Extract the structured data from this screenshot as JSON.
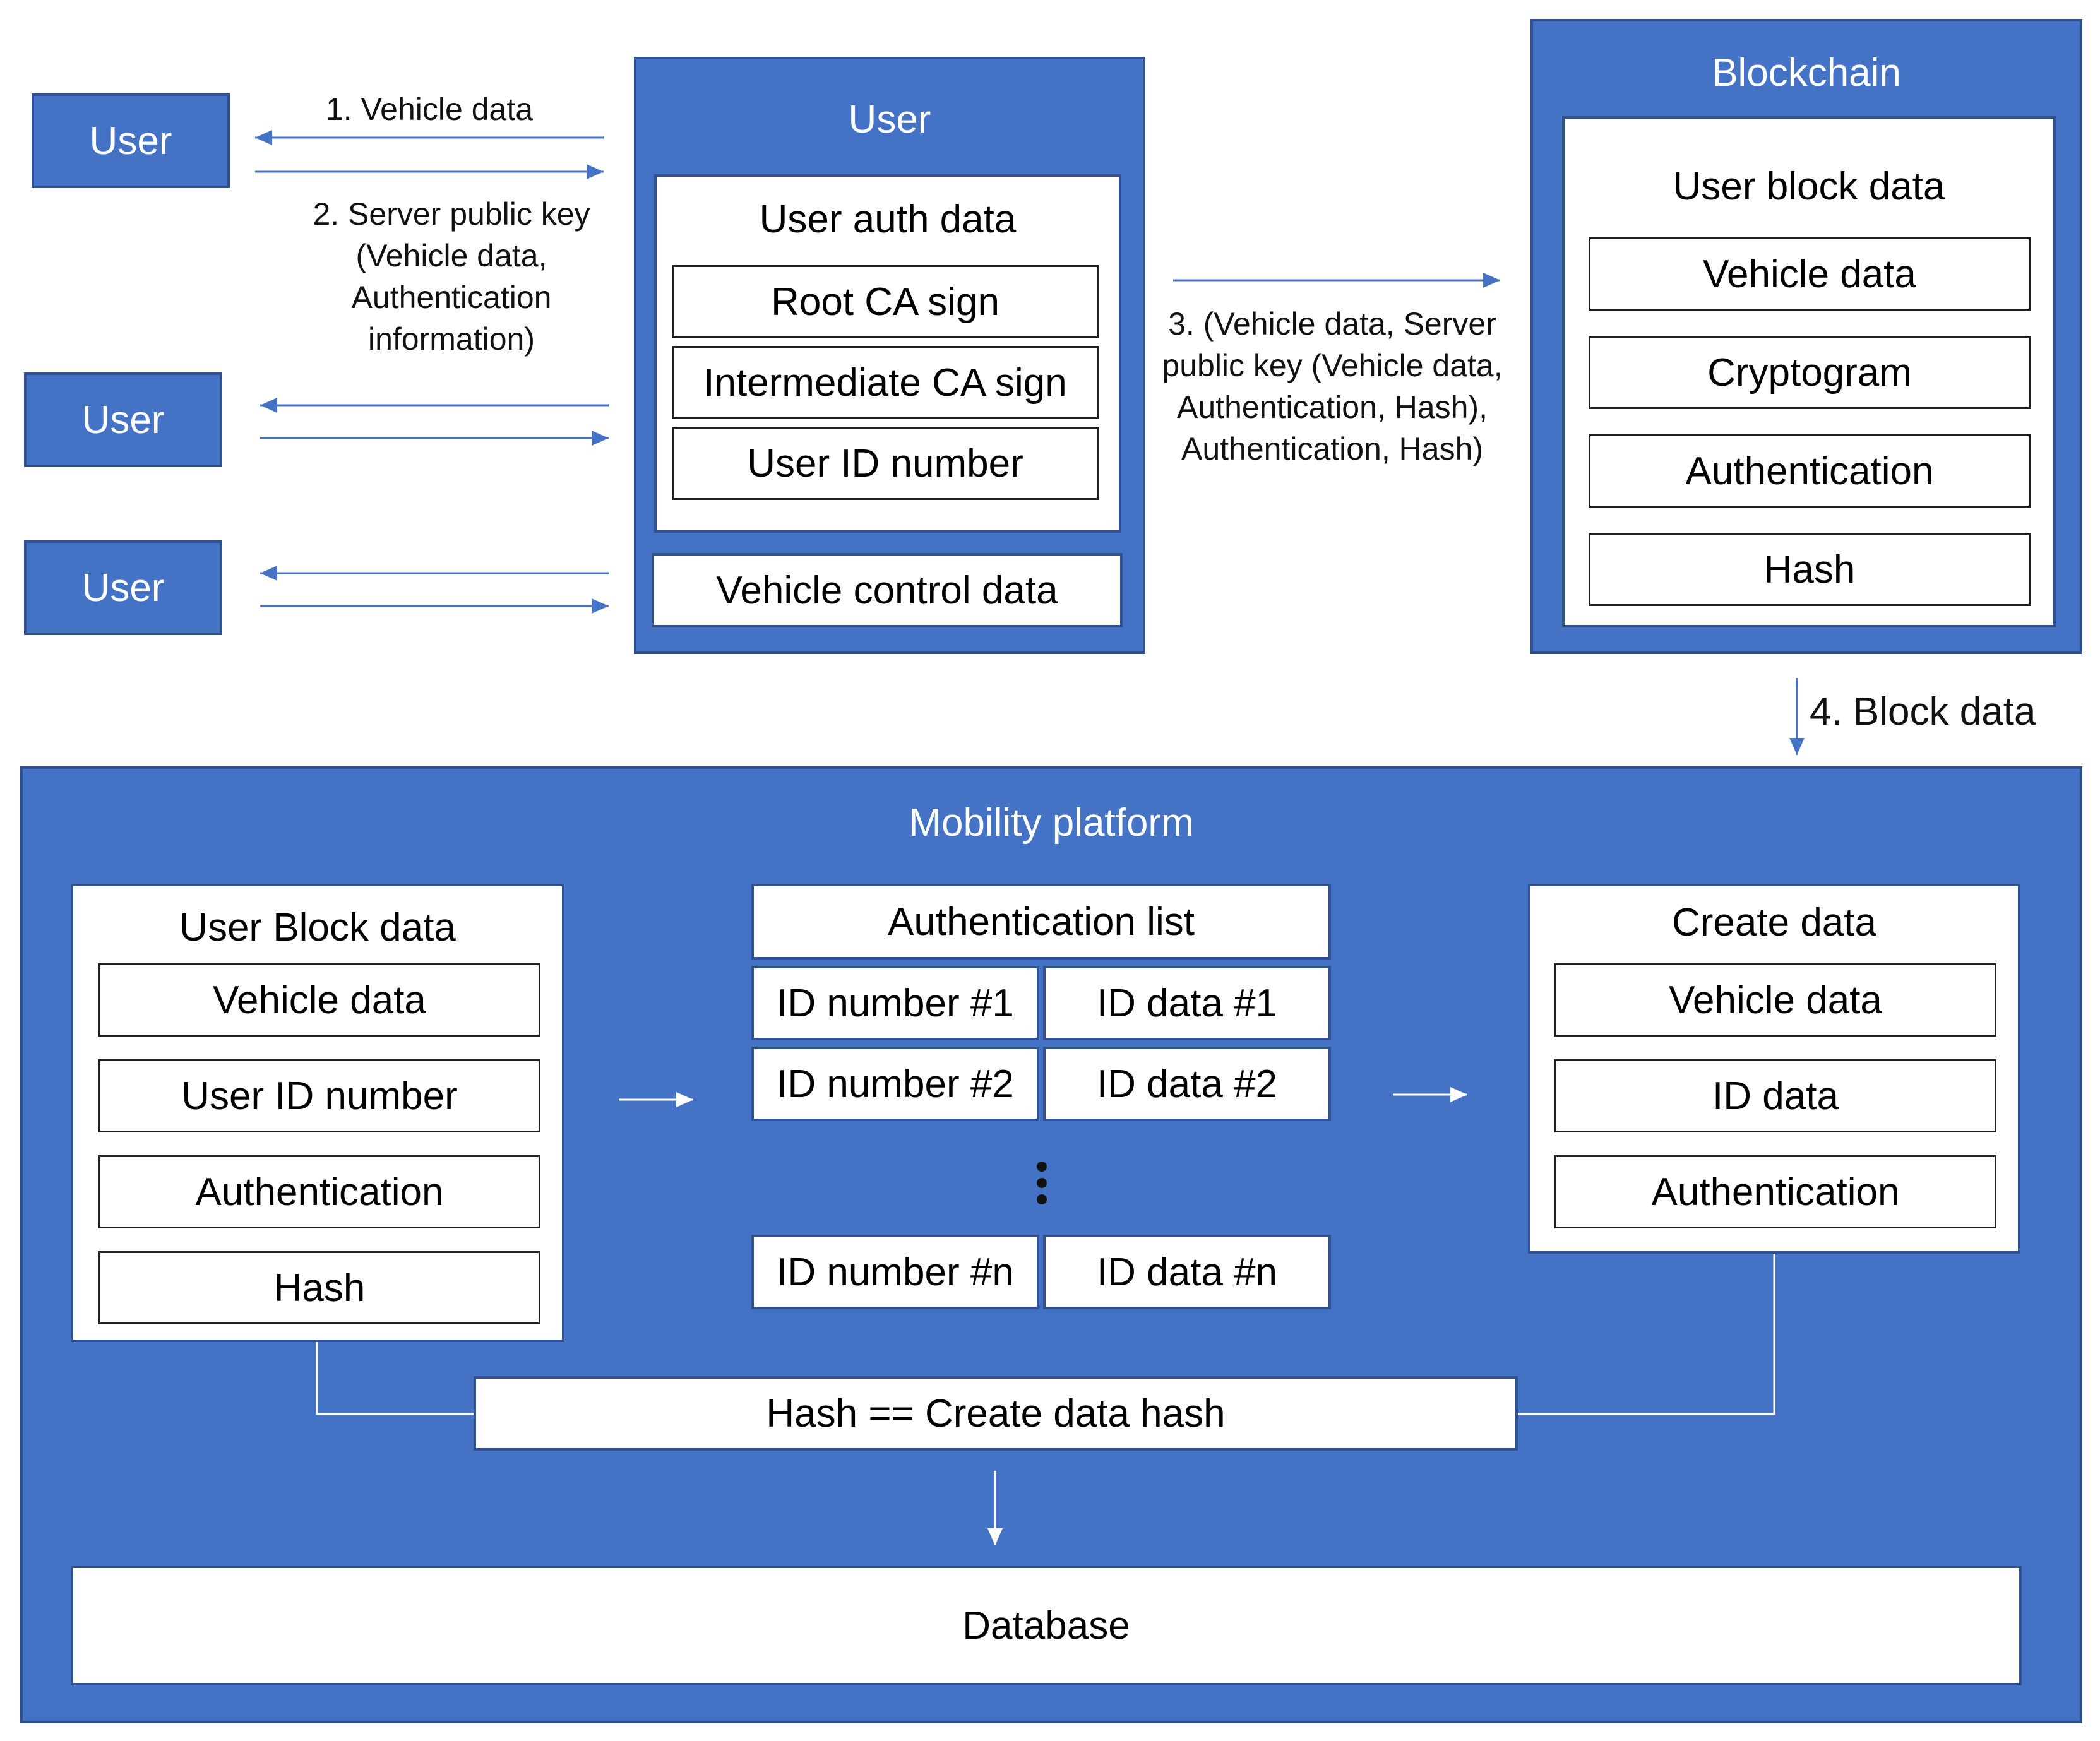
{
  "users": [
    "User",
    "User",
    "User"
  ],
  "server": {
    "title": "User",
    "auth_title": "User auth data",
    "auth_items": [
      "Root CA sign",
      "Intermediate CA sign",
      "User ID number"
    ],
    "control": "Vehicle control data"
  },
  "blockchain": {
    "title": "Blockchain",
    "block_title": "User block data",
    "items": [
      "Vehicle data",
      "Cryptogram",
      "Authentication",
      "Hash"
    ]
  },
  "labels": {
    "step1": "1. Vehicle data",
    "step2": "2. Server public key (Vehicle data, Authentication information)",
    "step3": "3. (Vehicle data, Server public key (Vehicle data, Authentication, Hash), Authentication, Hash)",
    "step4": "4. Block data"
  },
  "platform": {
    "title": "Mobility platform",
    "user_block": {
      "title": "User Block data",
      "items": [
        "Vehicle data",
        "User ID number",
        "Authentication",
        "Hash"
      ]
    },
    "auth_list": {
      "title": "Authentication list",
      "rows": [
        {
          "id": "ID number #1",
          "data": "ID data #1"
        },
        {
          "id": "ID number #2",
          "data": "ID data #2"
        },
        {
          "id": "ID number #n",
          "data": "ID data #n"
        }
      ]
    },
    "create": {
      "title": "Create data",
      "items": [
        "Vehicle data",
        "ID data",
        "Authentication"
      ]
    },
    "check": "Hash == Create data hash",
    "database": "Database"
  }
}
